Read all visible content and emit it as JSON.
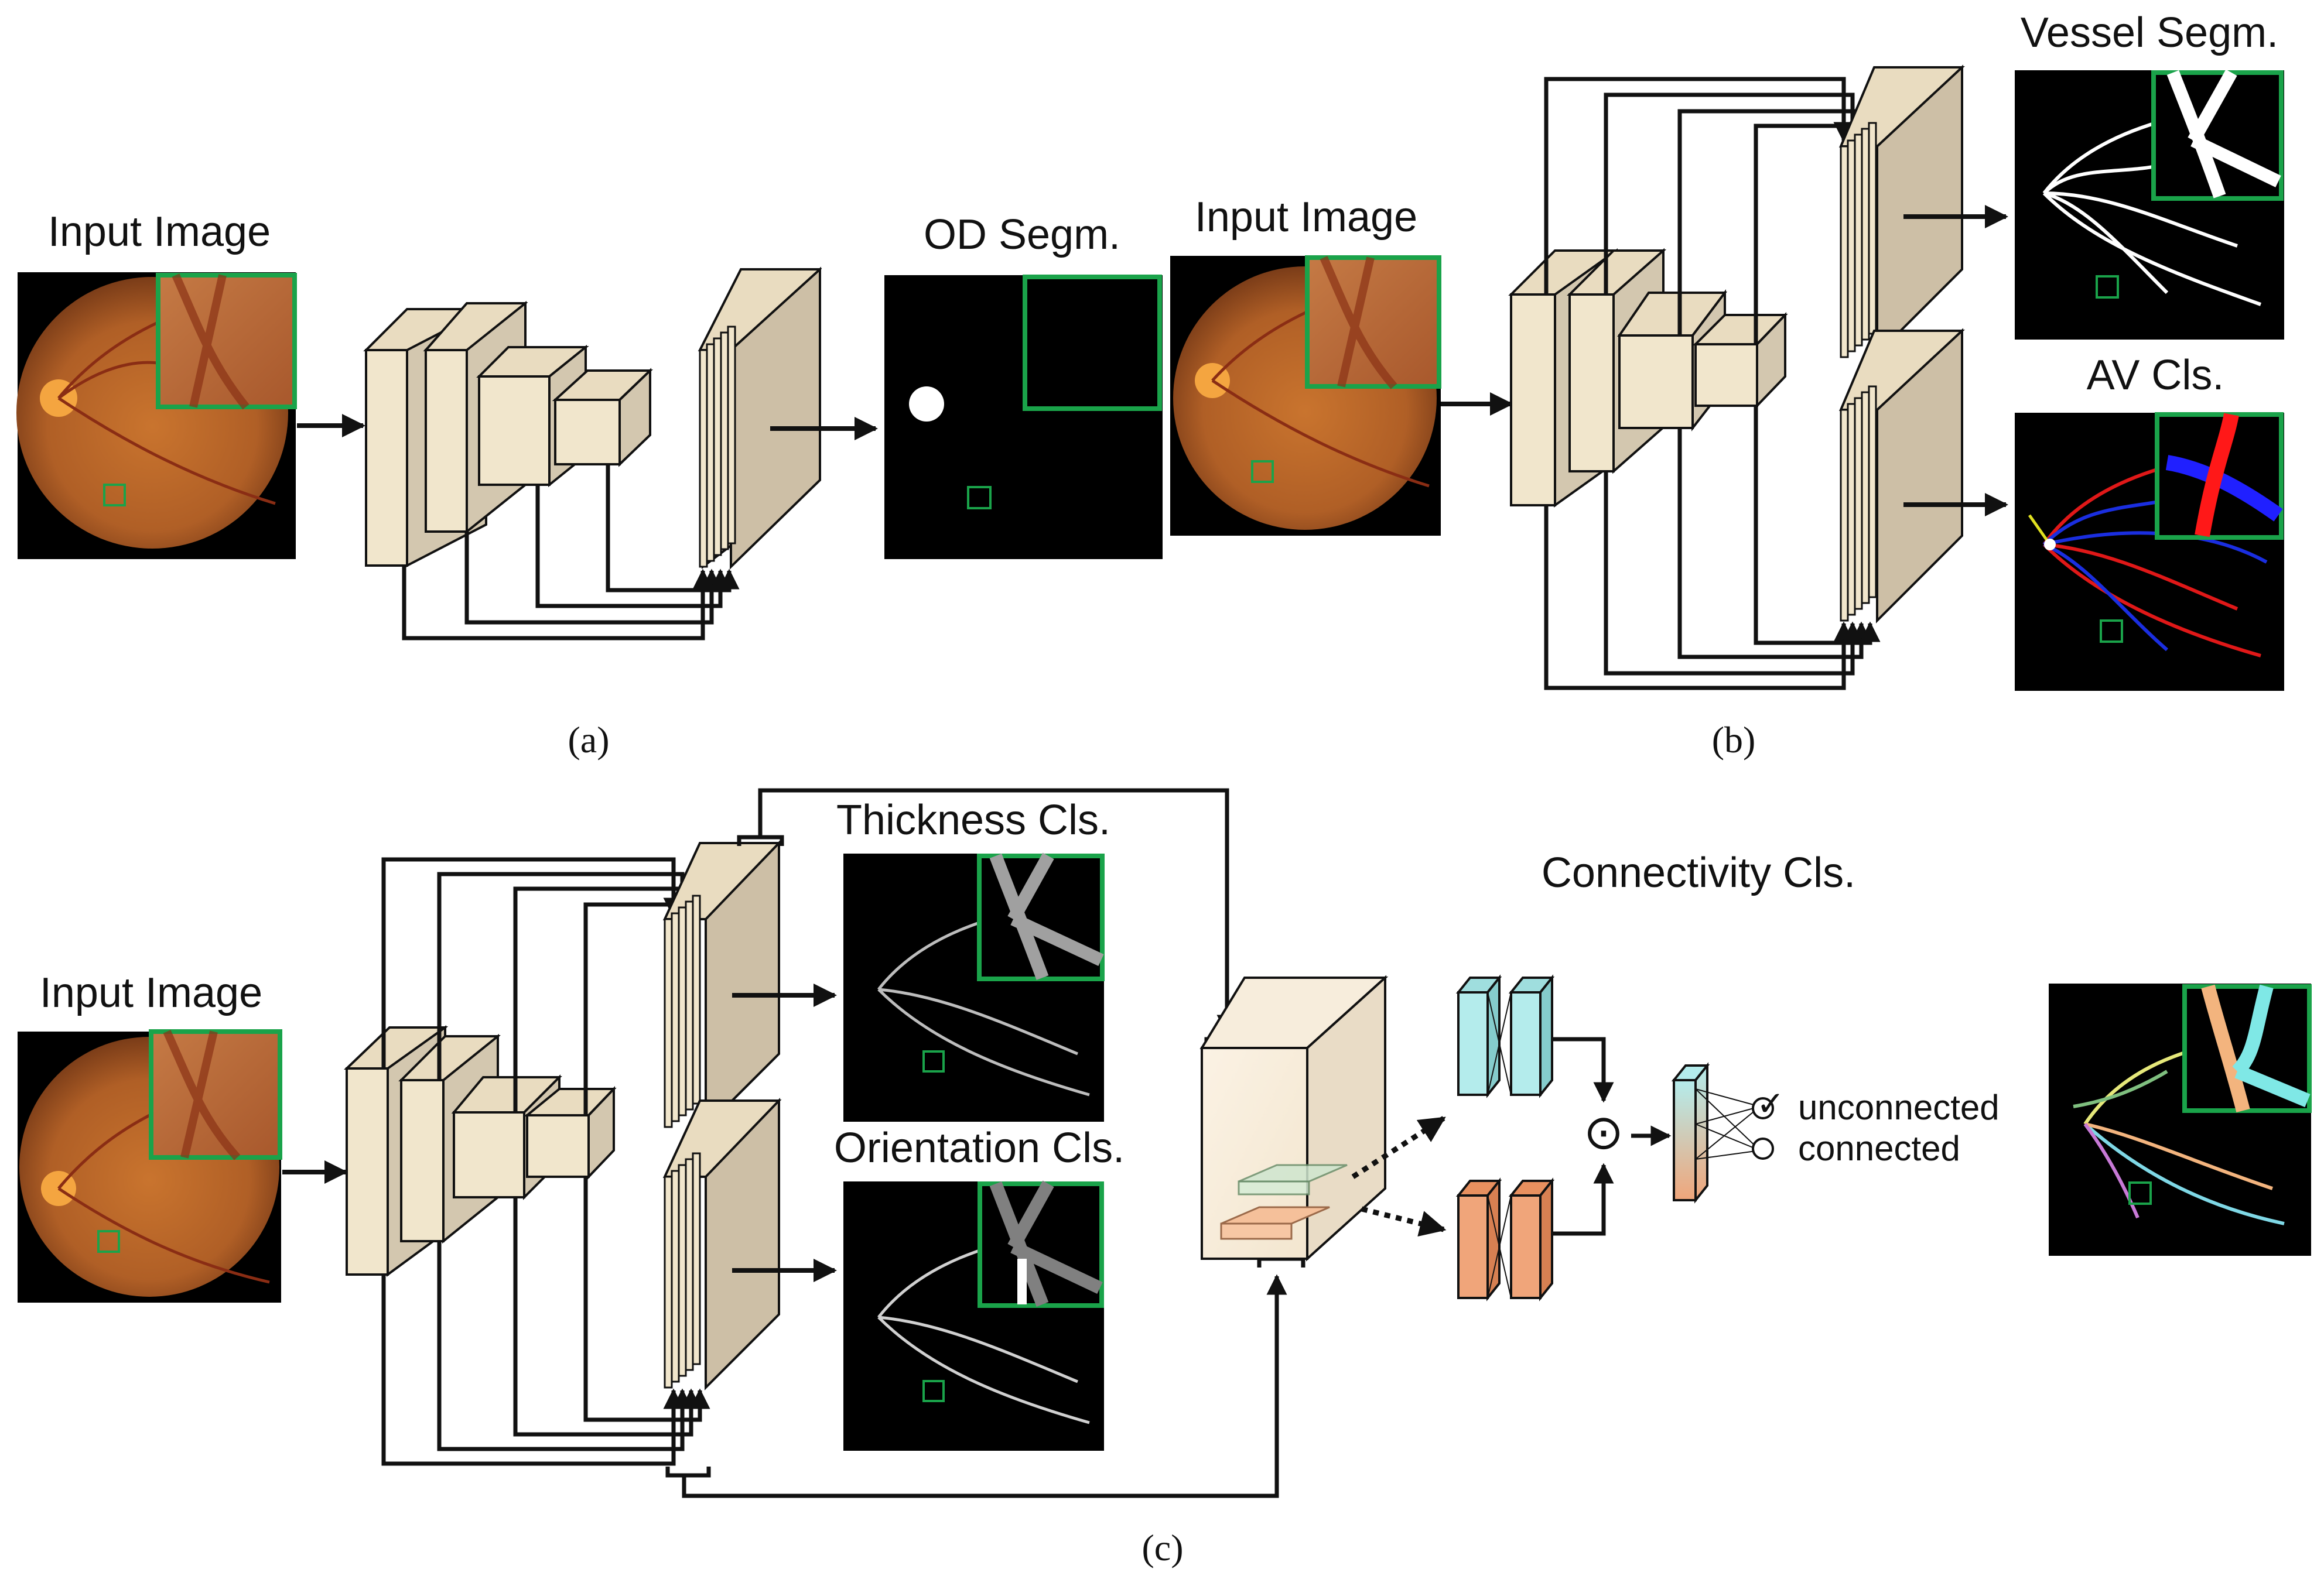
{
  "panels": {
    "a": {
      "caption": "(a)",
      "input_label": "Input Image",
      "output_label": "OD Segm."
    },
    "b": {
      "caption": "(b)",
      "input_label": "Input Image",
      "output1_label": "Vessel Segm.",
      "output2_label": "AV Cls."
    },
    "c": {
      "caption": "(c)",
      "input_label": "Input Image",
      "thickness_label": "Thickness Cls.",
      "orientation_label": "Orientation Cls.",
      "connectivity_label": "Connectivity Cls.",
      "option_unconnected": "unconnected",
      "option_connected": "connected",
      "product_symbol": "⊙",
      "check_symbol": "✓"
    }
  },
  "colors": {
    "block_front": "#f1e6cc",
    "block_top": "#e9dcc0",
    "block_side": "#d3c7af",
    "head_side": "#cdbfa6",
    "highlight_box": "#1aa34a",
    "fundus": "#b8652a",
    "teal_block": "#b4ecec",
    "orange_block": "#f0a57a",
    "line": "#111111"
  }
}
